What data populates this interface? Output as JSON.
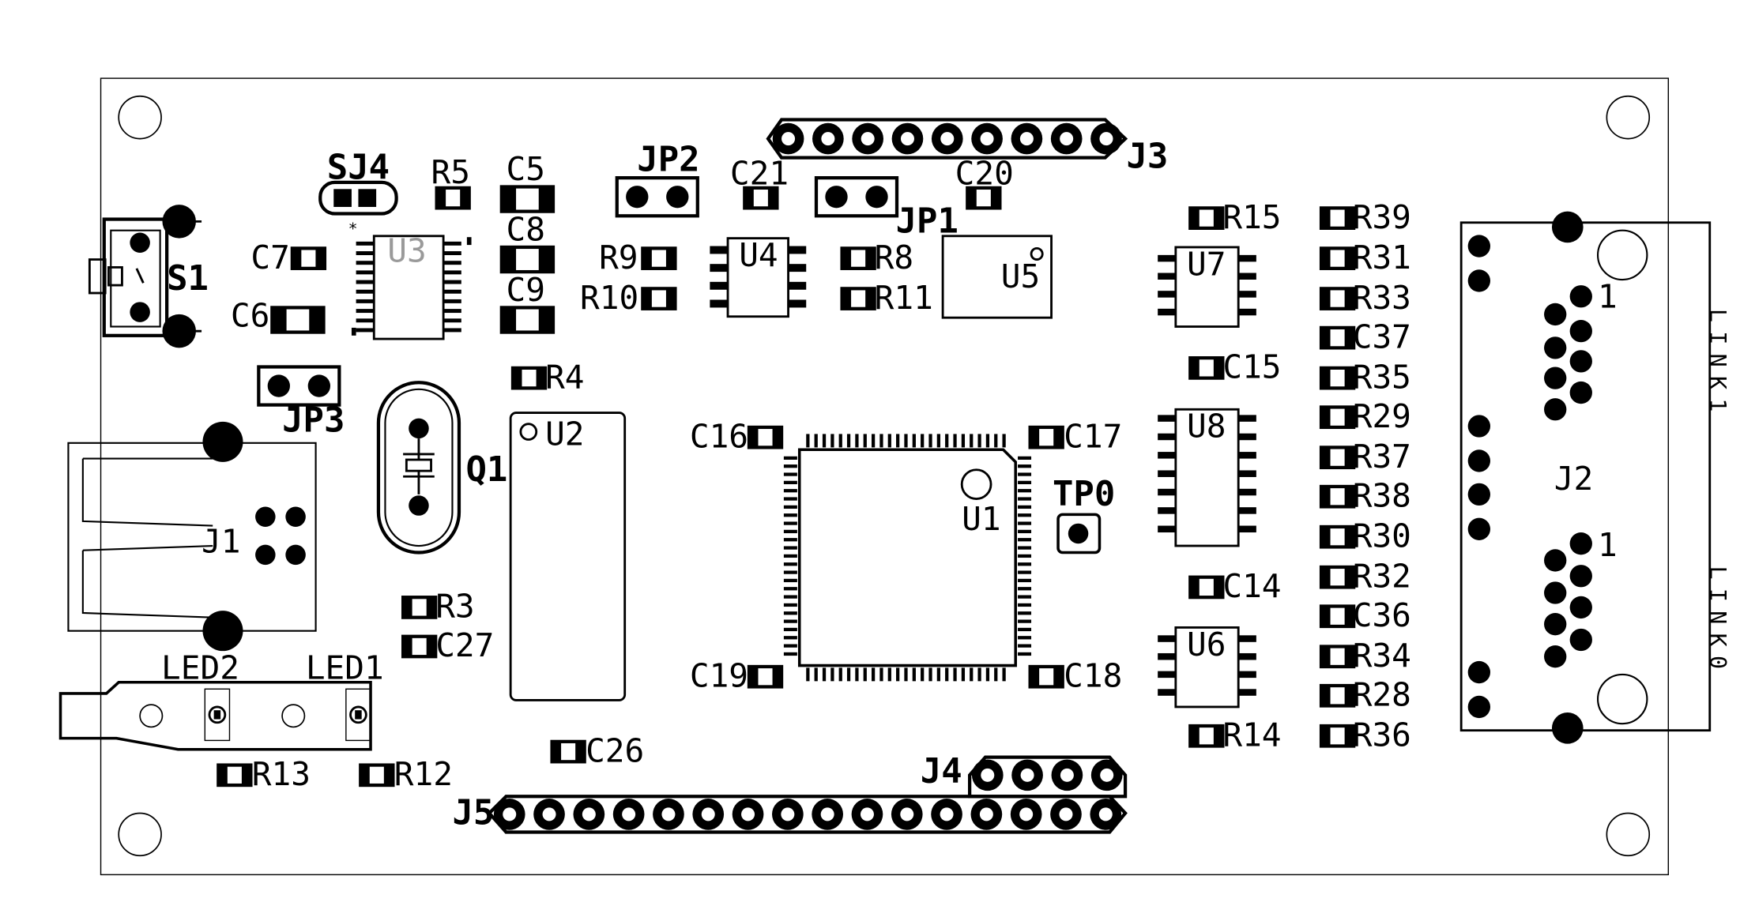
{
  "board": {
    "designators": {
      "sj4": "SJ4",
      "r5": "R5",
      "c5": "C5",
      "jp2": "JP2",
      "c21": "C21",
      "c20": "C20",
      "j3": "J3",
      "jp1": "JP1",
      "s1": "S1",
      "c7": "C7",
      "u3": "U3",
      "c8": "C8",
      "r9": "R9",
      "u4": "U4",
      "r8": "R8",
      "u5": "U5",
      "c6": "C6",
      "c9": "C9",
      "r10": "R10",
      "r11": "R11",
      "r15": "R15",
      "r39": "R39",
      "r31": "R31",
      "r33": "R33",
      "c37": "C37",
      "r35": "R35",
      "r29": "R29",
      "r37": "R37",
      "r38": "R38",
      "r30": "R30",
      "r32": "R32",
      "c36": "C36",
      "r34": "R34",
      "r28": "R28",
      "r36": "R36",
      "u7": "U7",
      "c15": "C15",
      "u8": "U8",
      "c14": "C14",
      "u6": "U6",
      "r14": "R14",
      "j2": "J2",
      "link1": "LINK1",
      "link0": "LINK0",
      "pin1": "1",
      "r4": "R4",
      "jp3": "JP3",
      "q1": "Q1",
      "u2": "U2",
      "c16": "C16",
      "c17": "C17",
      "u1": "U1",
      "tp0": "TP0",
      "j1": "J1",
      "r3": "R3",
      "c27": "C27",
      "c19": "C19",
      "c18": "C18",
      "led2": "LED2",
      "led1": "LED1",
      "r13": "R13",
      "r12": "R12",
      "c26": "C26",
      "j4": "J4",
      "j5": "J5"
    }
  }
}
